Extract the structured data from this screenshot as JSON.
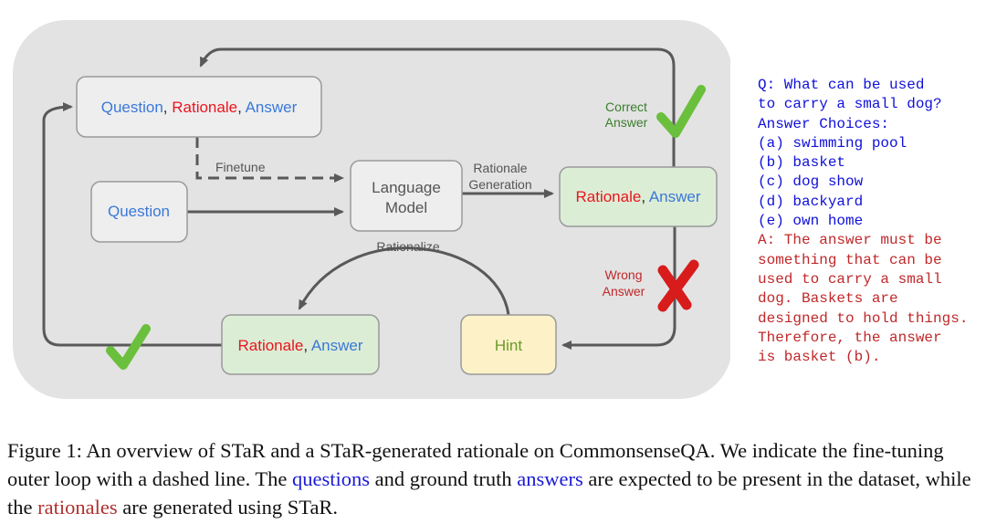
{
  "diagram": {
    "nodes": {
      "qra": {
        "question": "Question",
        "sep1": ", ",
        "rationale": "Rationale",
        "sep2": ", ",
        "answer": "Answer"
      },
      "question": {
        "label": "Question"
      },
      "lm": {
        "line1": "Language",
        "line2": "Model"
      },
      "gen_output": {
        "rationale": "Rationale",
        "sep": ", ",
        "answer": "Answer"
      },
      "rationalized_output": {
        "rationale": "Rationale",
        "sep": ", ",
        "answer": "Answer"
      },
      "hint": {
        "label": "Hint"
      }
    },
    "edge_labels": {
      "finetune": "Finetune",
      "rationale_generation_1": "Rationale",
      "rationale_generation_2": "Generation",
      "rationalize": "Rationalize",
      "correct_1": "Correct",
      "correct_2": "Answer",
      "wrong_1": "Wrong",
      "wrong_2": "Answer"
    },
    "colors": {
      "panel": "#e3e3e3",
      "node_gray": "#eeeeef",
      "node_green": "#dcedd6",
      "node_yellow": "#fdf2c7",
      "question_blue": "#3b78d8",
      "rationale_red": "#e8161d",
      "check_green": "#6abf3c",
      "cross_red": "#d81b1b",
      "arrow": "#595959",
      "correct_label": "#3a7d2c",
      "wrong_label": "#c0282a"
    }
  },
  "example": {
    "question_lines": [
      "Q: What can be used",
      "to carry a small dog?",
      "Answer Choices:",
      "(a) swimming pool",
      "(b) basket",
      "(c) dog show",
      "(d) backyard",
      "(e) own home"
    ],
    "answer_lines": [
      "A: The answer must be",
      "something that can be",
      "used to carry a small",
      "dog. Baskets are",
      "designed to hold things.",
      "Therefore, the answer",
      "is basket (b)."
    ]
  },
  "caption": {
    "part1": "Figure 1: An overview of STaR and a STaR-generated rationale on CommonsenseQA. We indicate the fine-tuning outer loop with a dashed line. The ",
    "questions": "questions",
    "part2": " and ground truth ",
    "answers": "answers",
    "part3": " are expected to be present in the dataset, while the ",
    "rationales": "rationales",
    "part4": " are generated using STaR."
  }
}
